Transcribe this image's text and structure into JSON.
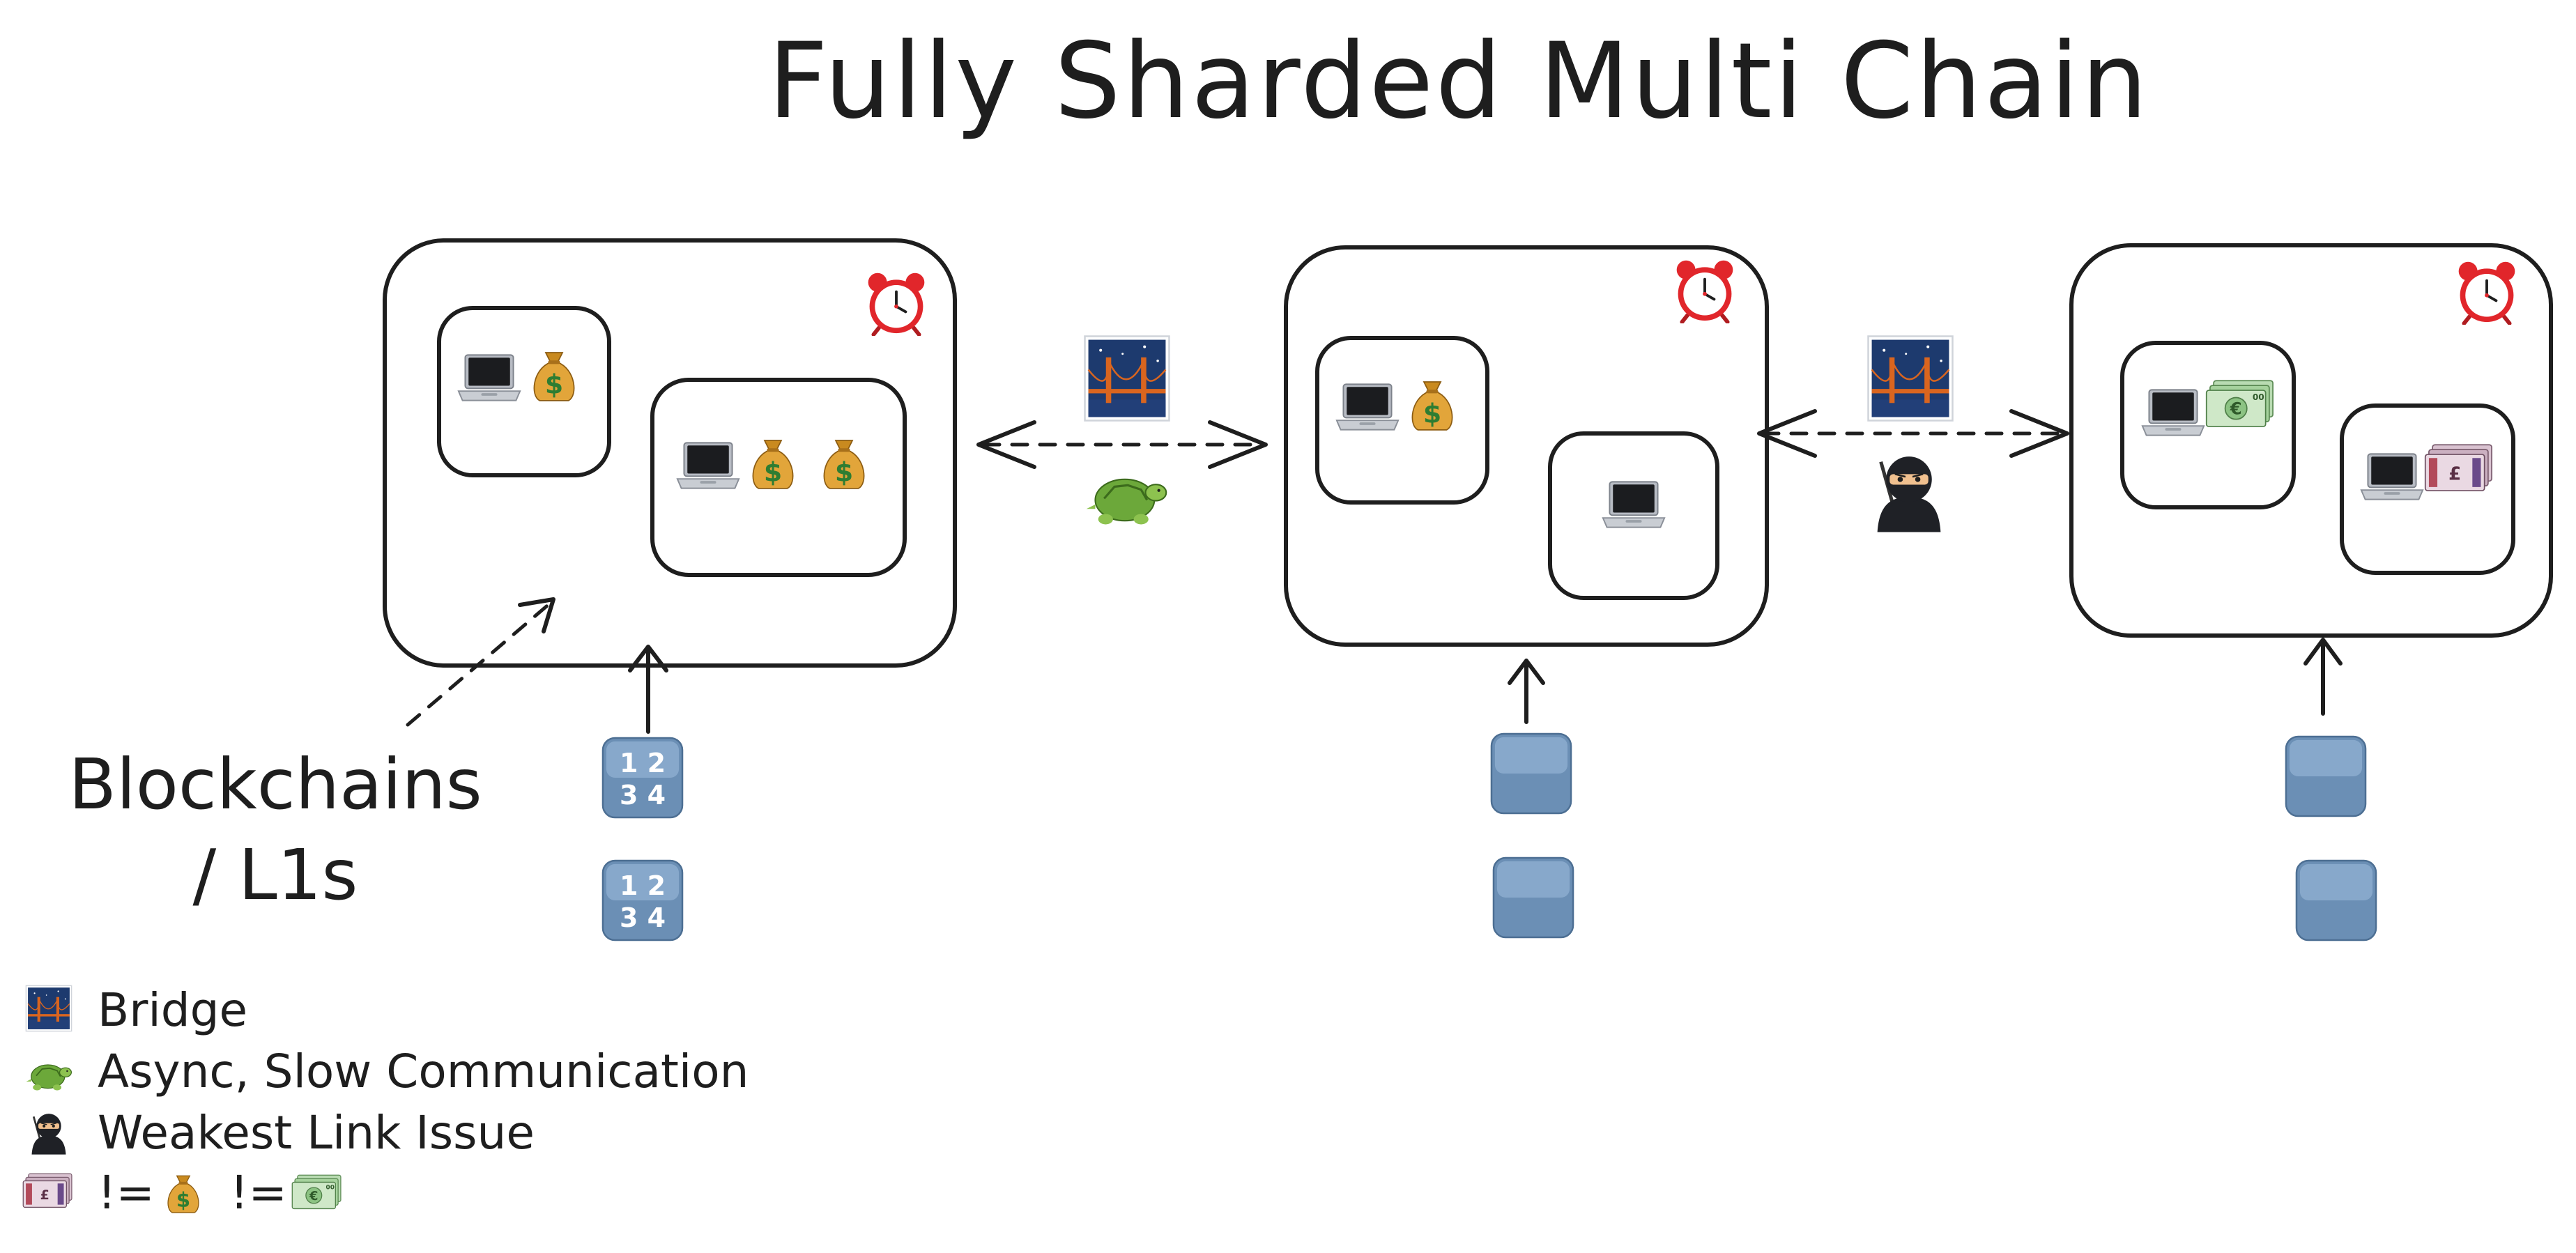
{
  "title": "Fully Sharded Multi Chain",
  "blockchains_label": {
    "line1": "Blockchains",
    "line2": "/ L1s"
  },
  "numbers_tile": {
    "top": "1 2",
    "bottom": "3 4"
  },
  "legend": {
    "bridge": "Bridge",
    "async": "Async, Slow Communication",
    "weakest": "Weakest Link Issue",
    "neq": "!="
  },
  "icons": {
    "clock": "alarm-clock-icon",
    "laptop": "laptop-icon",
    "dollar_bag": "money-bag-icon",
    "euro": "euro-banknote-icon",
    "pound": "pound-banknote-icon",
    "bridge": "bridge-at-night-icon",
    "turtle": "turtle-icon",
    "ninja": "ninja-icon",
    "numbers": "input-numbers-icon"
  },
  "colors": {
    "ink": "#1e1e1e",
    "night_sky": "#1d3a6e",
    "bridge": "#d9651f",
    "money_bag": "#d99a2b",
    "euro_note": "#8fbf87",
    "pound_note": "#c7a3b8",
    "numbers_tile": "#6b8fb5",
    "turtle": "#6ca83a",
    "clock": "#e1262b"
  }
}
